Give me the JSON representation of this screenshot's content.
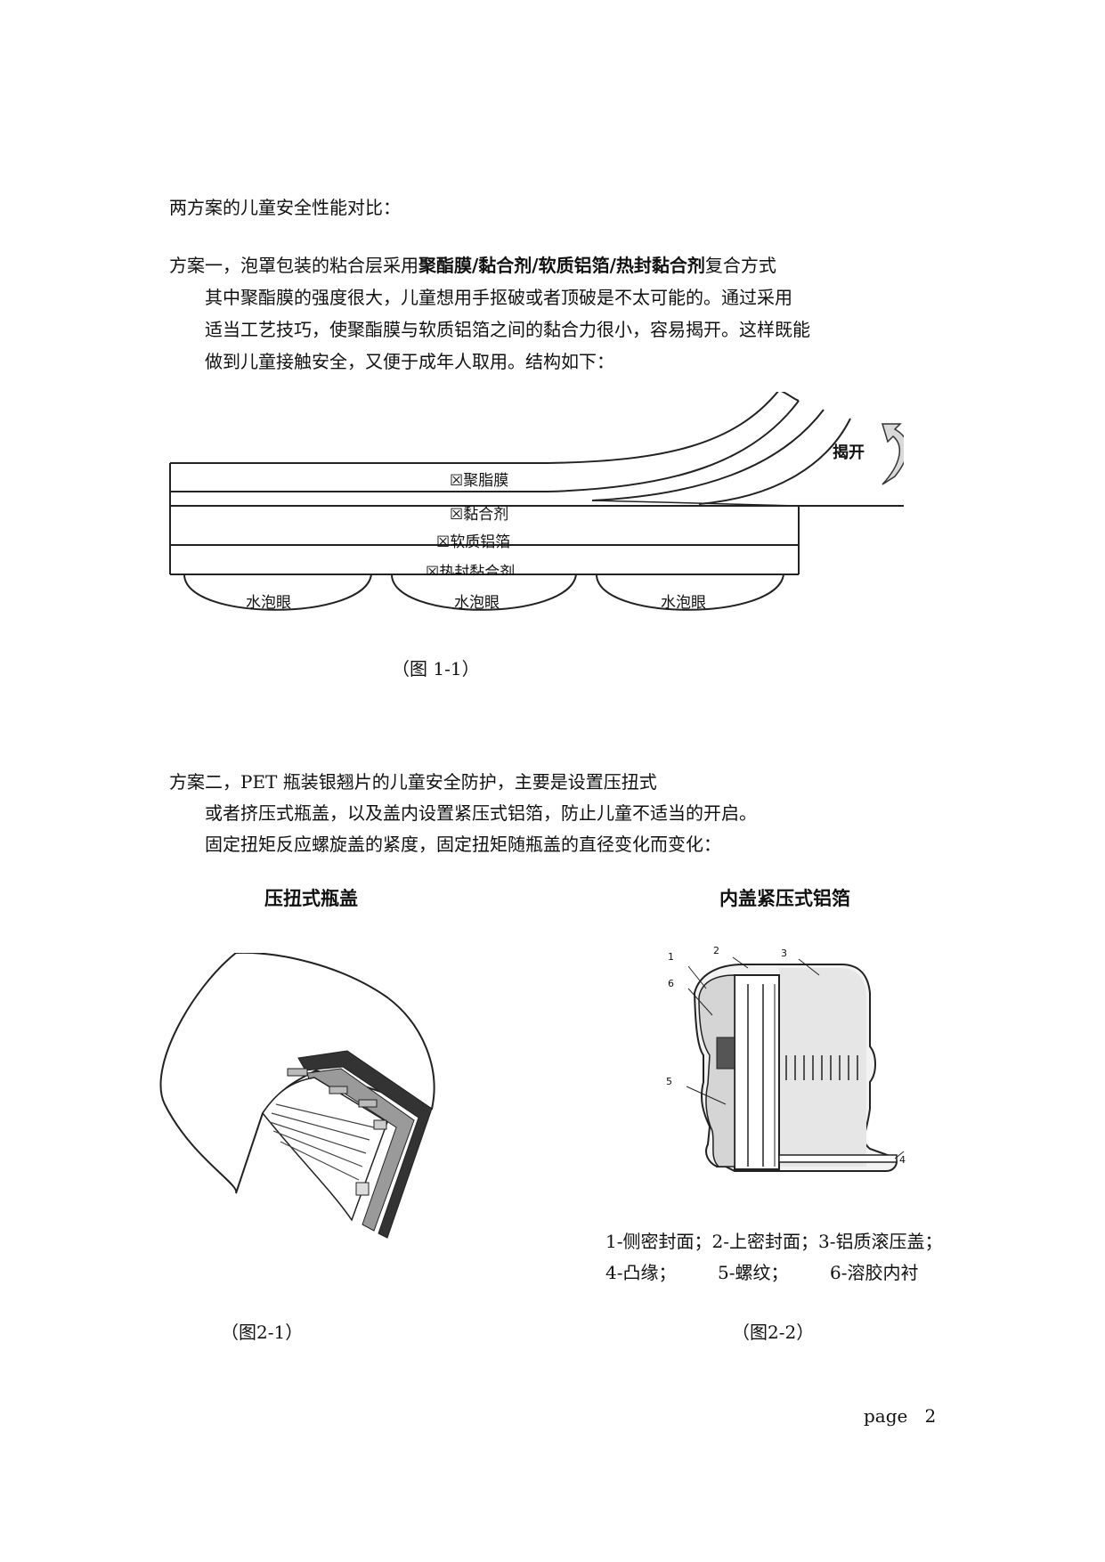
{
  "intro": "两方案的儿童安全性能对比：",
  "scheme1": {
    "lead": "方案一，泡罩包装的粘合层采用",
    "bold": "聚酯膜/黏合剂/软质铝箔/热封黏合剂",
    "tail": "复合方式",
    "lines": [
      "其中聚酯膜的强度很大，儿童想用手抠破或者顶破是不太可能的。通过采用",
      "适当工艺技巧，使聚酯膜与软质铝箔之间的黏合力很小，容易揭开。这样既能",
      "做到儿童接触安全，又便于成年人取用。结构如下："
    ]
  },
  "fig1": {
    "layers": [
      "☒聚脂膜",
      "☒黏合剂",
      "☒软质铝箔",
      "☒热封黏合剂"
    ],
    "blisters": [
      "水泡眼",
      "水泡眼",
      "水泡眼"
    ],
    "peel": "揭开",
    "caption": "（图 1-1）"
  },
  "scheme2": {
    "lines": [
      "方案二，PET 瓶装银翘片的儿童安全防护，主要是设置压扭式",
      "或者挤压式瓶盖，以及盖内设置紧压式铝箔，防止儿童不适当的开启。",
      "固定扭矩反应螺旋盖的紧度，固定扭矩随瓶盖的直径变化而变化："
    ]
  },
  "fig2a": {
    "title": "压扭式瓶盖",
    "caption": "（图2-1）"
  },
  "fig2b": {
    "title": "内盖紧压式铝箔",
    "markers": [
      "1",
      "2",
      "3",
      "6",
      "5",
      "4"
    ],
    "legend1": "1-侧密封面；2-上密封面；3-铝质滚压盖；",
    "legend2": [
      "4-凸缘；",
      "5-螺纹；",
      "6-溶胶内衬"
    ],
    "caption": "（图2-2）"
  },
  "footer": {
    "page_label": "page",
    "page_number": "2"
  }
}
